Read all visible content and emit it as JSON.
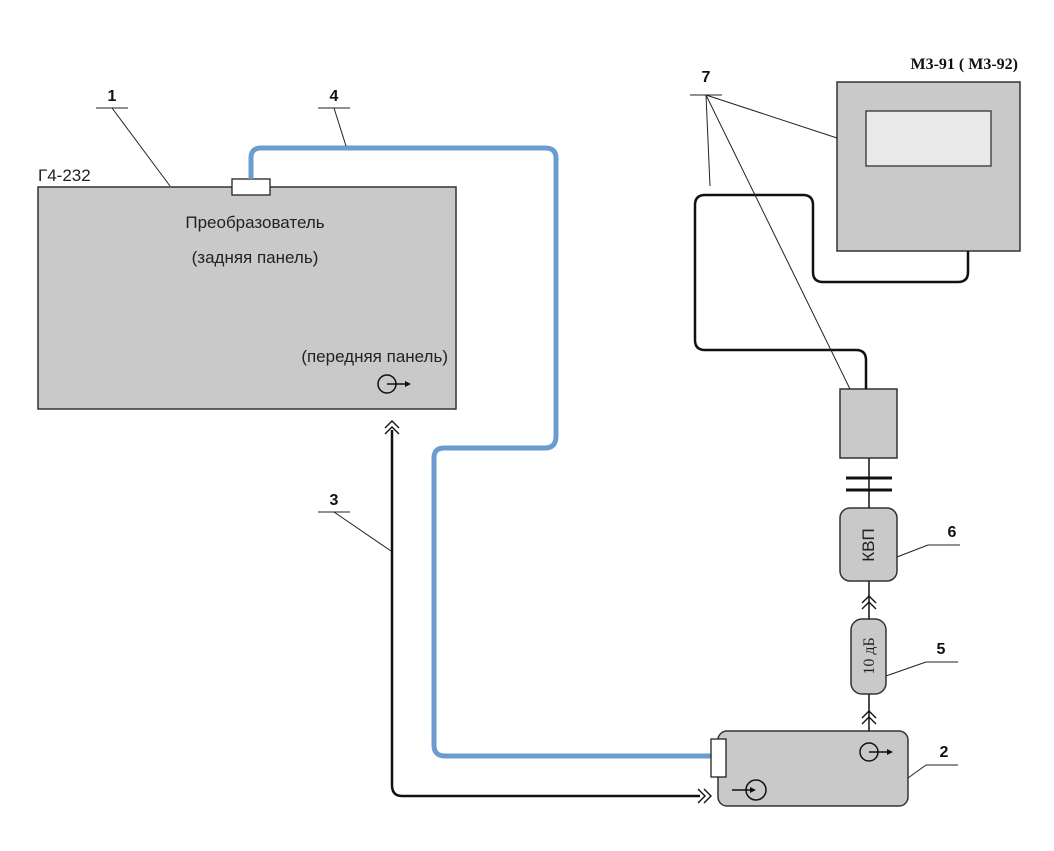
{
  "generator": {
    "model": "Г4-232",
    "title": "Преобразователь",
    "subtitle": "(задняя панель)",
    "front_label": "(передняя панель)"
  },
  "meter": {
    "model": "М3-91 ( М3-92)"
  },
  "kvp": {
    "label": "КВП"
  },
  "attenuator": {
    "label": "10 дБ"
  },
  "callouts": [
    "1",
    "2",
    "3",
    "4",
    "5",
    "6",
    "7"
  ]
}
